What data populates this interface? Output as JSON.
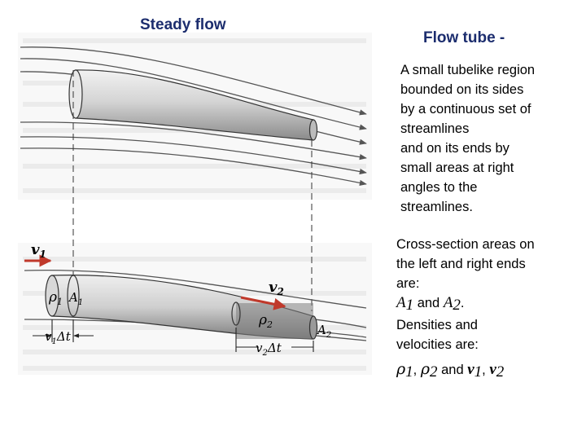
{
  "titles": {
    "left": "Steady flow",
    "right": "Flow tube -"
  },
  "definition": "A small tubelike region\nbounded on its sides\nby a continuous set of\nstreamlines\nand on its ends by\nsmall areas at right\nangles to the\nstreamlines.",
  "cross_section": {
    "line1": "Cross-section areas on",
    "line2": "the left and right ends",
    "line3": "are:",
    "a1": "A",
    "a1_sub": "1",
    "and1": " and ",
    "a2": "A",
    "a2_sub": "2",
    "a2_end": ".",
    "line5": "Densities and",
    "line6": "velocities are:",
    "rho1": "ρ",
    "rho1_sub": "1",
    "sep1": ", ",
    "rho2": "ρ",
    "rho2_sub": "2",
    "and2": " and ",
    "v1": "v",
    "v1_sub": "1",
    "sep2": ", ",
    "v2": "v",
    "v2_sub": "2"
  },
  "diagram_labels": {
    "v1": "v",
    "v1_sub": "1",
    "v2": "v",
    "v2_sub": "2",
    "rho1": "ρ",
    "rho1_sub": "1",
    "a1": "A",
    "a1_sub": "1",
    "rho2": "ρ",
    "rho2_sub": "2",
    "a2": "A",
    "a2_sub": "2",
    "v1dt": "v",
    "v1dt_sub": "1",
    "v1dt_rest": "Δt",
    "v2dt": "v",
    "v2dt_sub": "2",
    "v2dt_rest": "Δt"
  },
  "colors": {
    "title": "#1c2d6e",
    "faded_bg": "#e6e6e6",
    "tube_fill": "#d9d9d9",
    "arrow_red": "#c0392b"
  }
}
